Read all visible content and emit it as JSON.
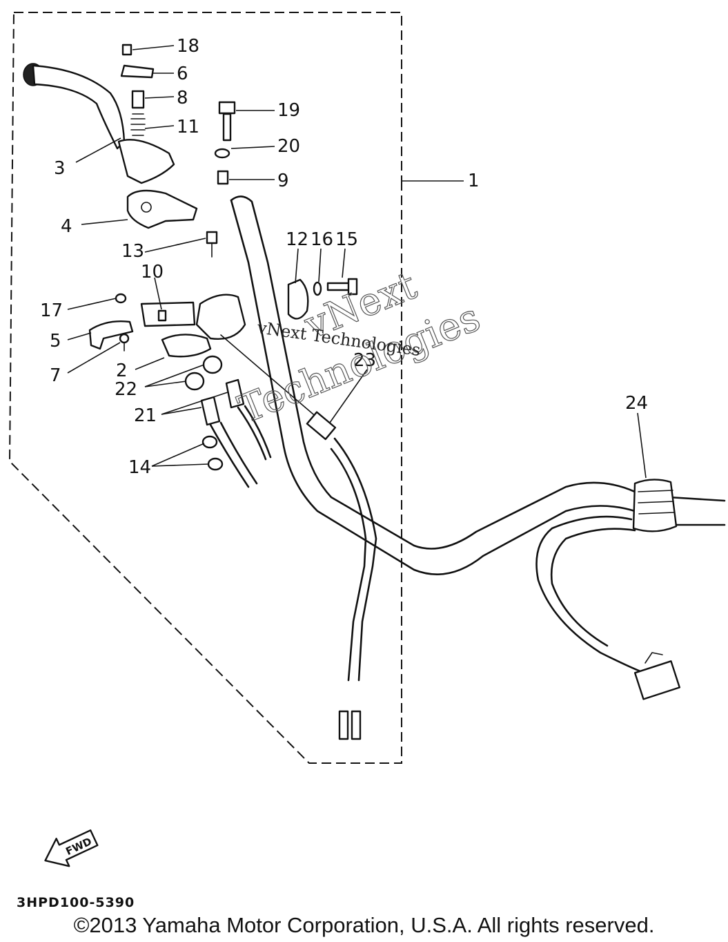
{
  "diagram": {
    "callouts": [
      "18",
      "6",
      "8",
      "11",
      "19",
      "20",
      "3",
      "9",
      "1",
      "4",
      "13",
      "12",
      "16",
      "15",
      "10",
      "17",
      "5",
      "7",
      "2",
      "23",
      "22",
      "21",
      "24",
      "14"
    ],
    "watermark": {
      "line1": "vNext",
      "line2": "Technologies",
      "line3": "vNext Technologies"
    },
    "fwd_label": "FWD"
  },
  "footer": {
    "code": "3HPD100-5390",
    "copyright": "©2013 Yamaha Motor Corporation, U.S.A. All rights reserved."
  }
}
